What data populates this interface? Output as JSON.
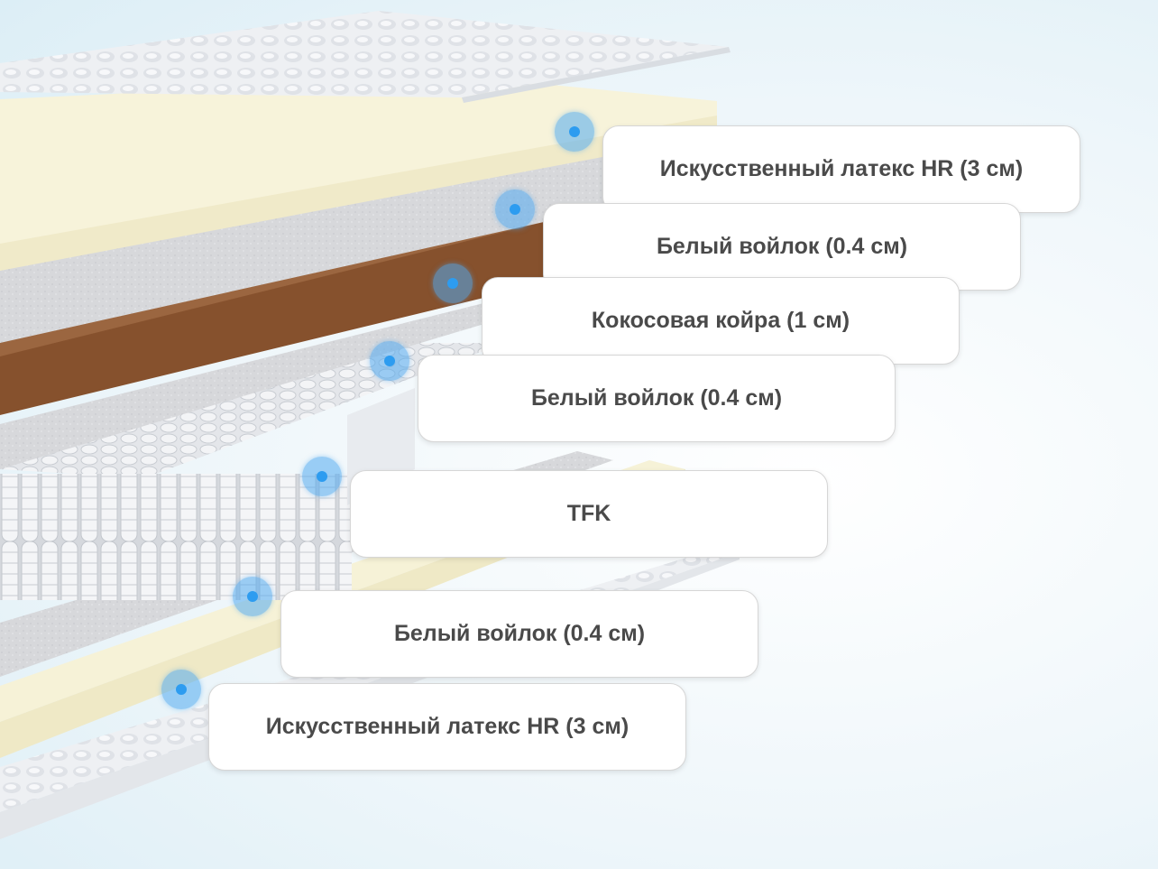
{
  "layers": [
    {
      "label": "Искусственный латекс HR (3 см)"
    },
    {
      "label": "Белый войлок (0.4 см)"
    },
    {
      "label": "Кокосовая койра (1 см)"
    },
    {
      "label": "Белый войлок (0.4 см)"
    },
    {
      "label": "TFK"
    },
    {
      "label": "Белый войлок (0.4 см)"
    },
    {
      "label": "Искусственный латекс HR (3 см)"
    }
  ],
  "colors": {
    "latex": "#f7f3da",
    "felt": "#d9d9db",
    "coir": "#8a5632",
    "springs": "#e6e8ec",
    "cover": "#e9ecef",
    "marker": "#2d9cf0"
  }
}
